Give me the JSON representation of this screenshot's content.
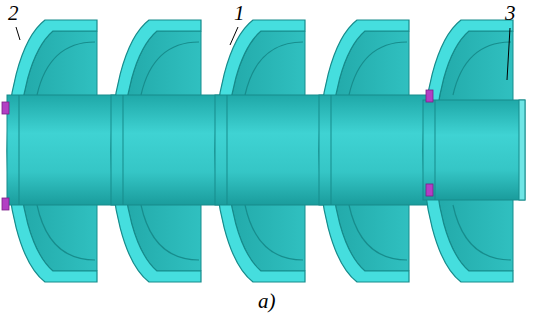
{
  "diagram": {
    "caption": "a)",
    "labels": [
      "1",
      "2",
      "3"
    ]
  }
}
